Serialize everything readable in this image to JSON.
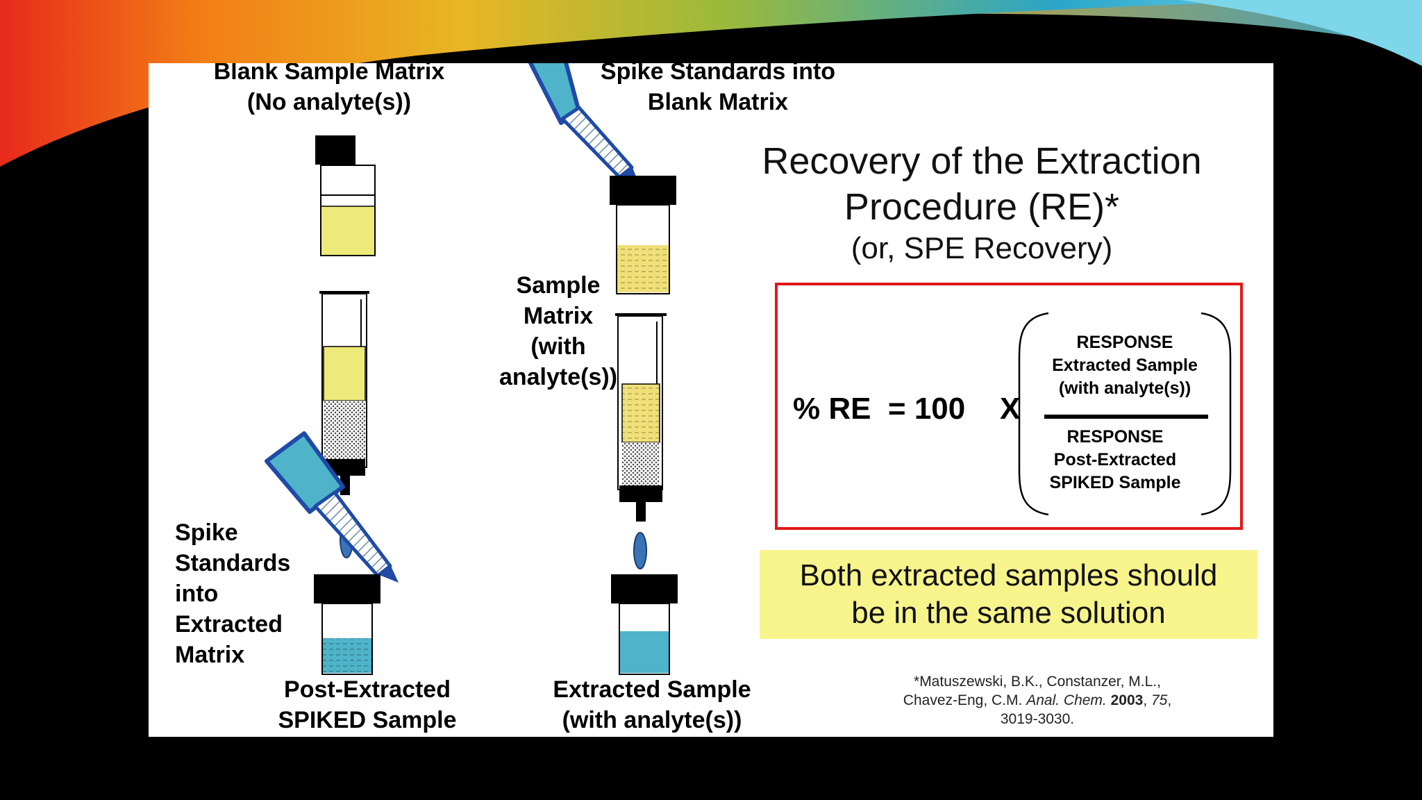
{
  "labels": {
    "blank_matrix": [
      "Blank Sample Matrix",
      "(No analyte(s))"
    ],
    "spike_into_blank": [
      "Spike Standards into",
      "Blank Matrix"
    ],
    "sample_matrix": [
      "Sample",
      "Matrix",
      "(with",
      "analyte(s))"
    ],
    "spike_into_extracted": [
      "Spike",
      "Standards",
      "into",
      "Extracted",
      "Matrix"
    ],
    "post_extracted": [
      "Post-Extracted",
      "SPIKED Sample"
    ],
    "extracted_sample": [
      "Extracted Sample",
      "(with analyte(s))"
    ]
  },
  "title": [
    "Recovery of the Extraction",
    "Procedure (RE)*"
  ],
  "subtitle": "(or, SPE Recovery)",
  "formula": {
    "lhs": "% RE  = 100",
    "multiply": "X",
    "numerator": [
      "RESPONSE",
      "Extracted Sample",
      "(with analyte(s))"
    ],
    "denominator": [
      "RESPONSE",
      "Post-Extracted",
      "SPIKED Sample"
    ]
  },
  "note": [
    "Both extracted samples should",
    "be in the same solution"
  ],
  "reference": {
    "line1": "*Matuszewski, B.K., Constanzer, M.L.,",
    "line2_authors": "Chavez-Eng, C.M. ",
    "journal": "Anal. Chem.",
    "year": "2003",
    "volume": "75",
    "pages": "3019-3030."
  },
  "colors": {
    "box_border": "#e01818",
    "note_background": "#f7f48c",
    "yellow_liquid": "#ede97a",
    "blue_liquid": "#4fb3c9",
    "pipette_bulb": "#4fb3c9"
  }
}
